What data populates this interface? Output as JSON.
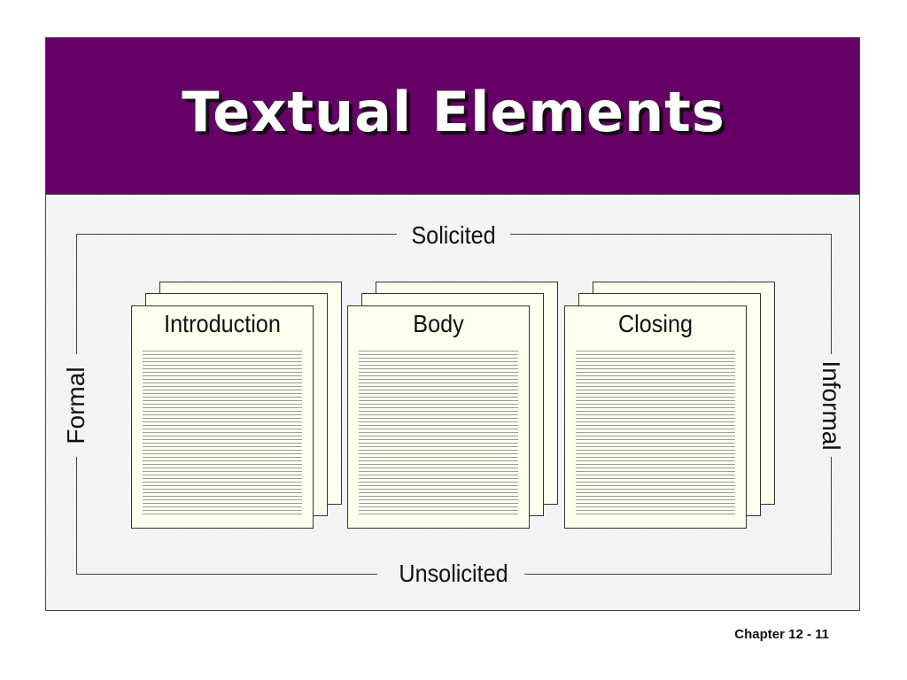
{
  "slide": {
    "title": "Textual Elements",
    "footer": "Chapter 12 - 11"
  },
  "diagram": {
    "top_label": "Solicited",
    "bottom_label": "Unsolicited",
    "left_label": "Formal",
    "right_label": "Informal",
    "pages": [
      {
        "label": "Introduction"
      },
      {
        "label": "Body"
      },
      {
        "label": "Closing"
      }
    ]
  },
  "colors": {
    "title_bar": "#660066",
    "title_text": "#ffffff",
    "paper": "#ffffee"
  }
}
